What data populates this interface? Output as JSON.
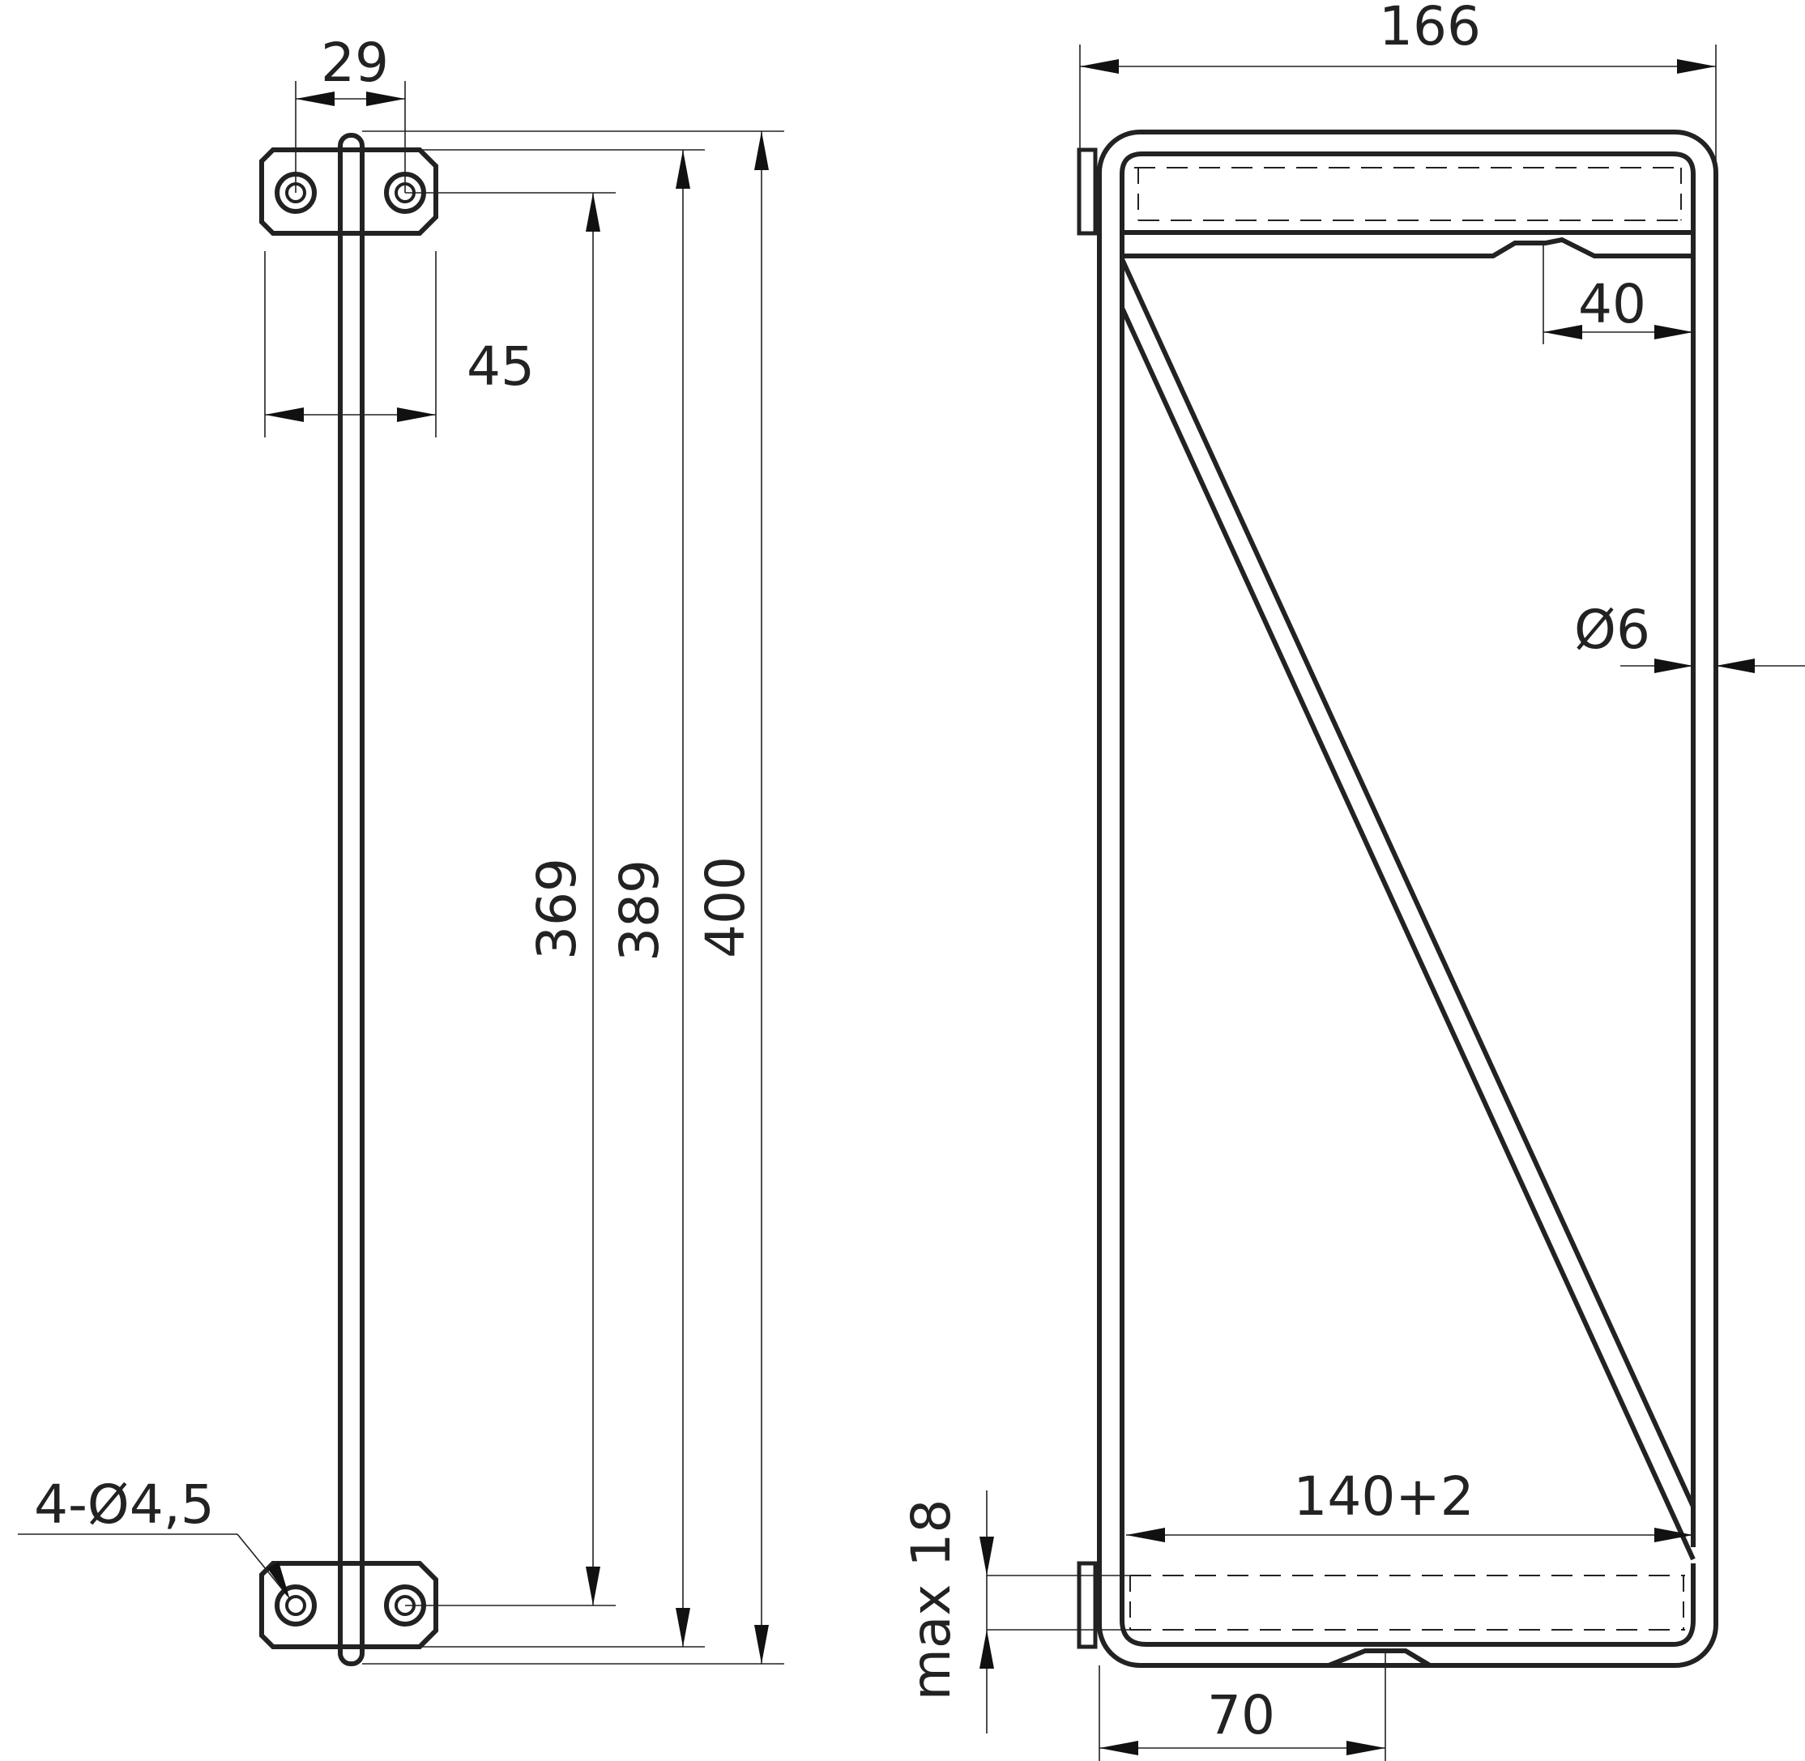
{
  "left_view": {
    "dim_plate_hole_spacing": "29",
    "dim_plate_width": "45",
    "dim_hole_spacing": "369",
    "dim_plate_height": "389",
    "dim_total_height": "400",
    "dim_holes": "4-Ø4,5"
  },
  "right_view": {
    "dim_total_width": "166",
    "dim_notch_width": "40",
    "dim_rod_diameter": "Ø6",
    "dim_inner_width": "140+2",
    "dim_max_thickness": "max 18",
    "dim_bottom_notch": "70"
  }
}
